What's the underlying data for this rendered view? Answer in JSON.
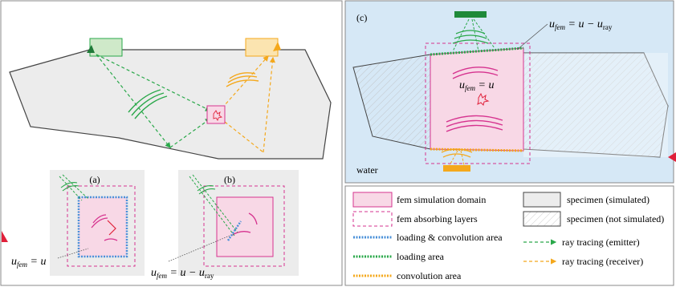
{
  "panel_c": {
    "label": "(c)",
    "eq_top_lhs": "u",
    "eq_top_sub": "fem",
    "eq_top_rhs": " = u − u",
    "eq_top_rhs_sub": "ray",
    "eq_mid_lhs": "u",
    "eq_mid_sub": "fem",
    "eq_mid_rhs": " = u",
    "water_label": "water"
  },
  "inset_a": {
    "label": "(a)",
    "eq_lhs": "u",
    "eq_sub": "fem",
    "eq_rhs": " = u"
  },
  "inset_b": {
    "label": "(b)",
    "eq_lhs": "u",
    "eq_sub": "fem",
    "eq_rhs": " = u − u",
    "eq_rhs_sub": "ray"
  },
  "legend": {
    "fem_domain": "fem simulation domain",
    "fem_absorbing": "fem absorbing layers",
    "loading_convolution": "loading & convolution area",
    "loading": "loading area",
    "convolution": "convolution area",
    "specimen_sim": "specimen (simulated)",
    "specimen_not_sim": "specimen (not simulated)",
    "ray_emitter": "ray tracing (emitter)",
    "ray_receiver": "ray tracing (receiver)"
  },
  "colors": {
    "green": "#2aa84a",
    "orange": "#f4a81c",
    "magenta": "#d6338f",
    "blue": "#4a90d9",
    "water": "#d6e8f6",
    "specimen": "#ececec",
    "fem_fill": "#f8d8e6",
    "red": "#e0203a"
  }
}
